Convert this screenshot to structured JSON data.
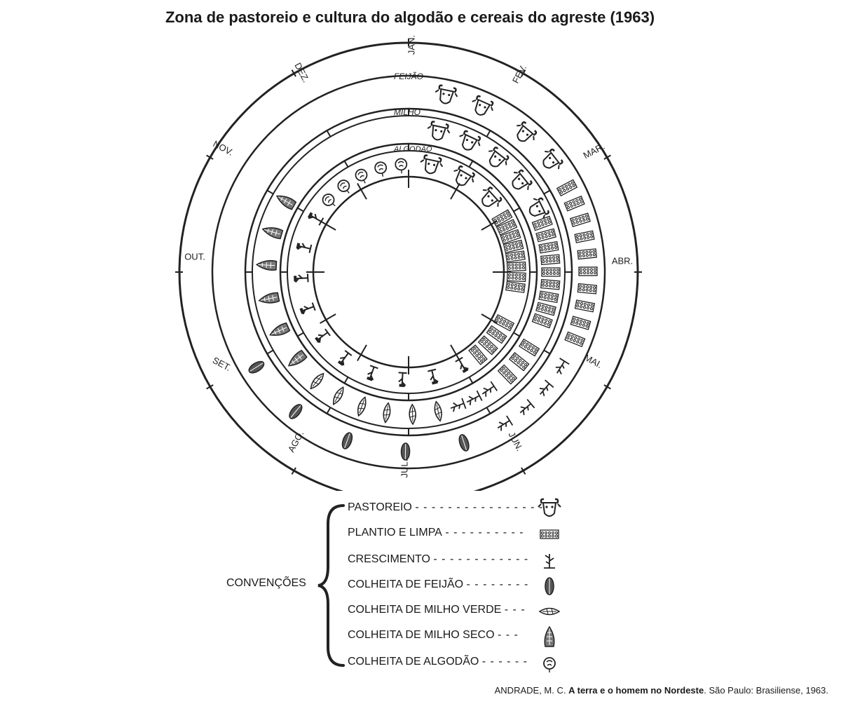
{
  "title": "Zona de pastoreio e cultura do algodão e cereais do agreste (1963)",
  "months": [
    "JAN.",
    "FEV.",
    "MAR.",
    "ABR.",
    "MAI.",
    "JUN.",
    "JUL.",
    "AGO.",
    "SET.",
    "OUT.",
    "NOV.",
    "DEZ."
  ],
  "ring_labels": {
    "feijao": "FEIJÃO",
    "milho": "MILHO",
    "algodao": "ALGODÃO"
  },
  "legend": {
    "title": "CONVENÇÕES",
    "items": [
      {
        "label": "PASTOREIO",
        "dashes": "- - - - - - - - - - - - - - - -",
        "icon": "ox-head-icon"
      },
      {
        "label": "PLANTIO E LIMPA",
        "dashes": "- - - - - - - - - -",
        "icon": "planting-rows-icon"
      },
      {
        "label": "CRESCIMENTO",
        "dashes": "- - - - - - - - - - - -",
        "icon": "growing-plants-icon"
      },
      {
        "label": "COLHEITA DE FEIJÃO",
        "dashes": "- - - - - - - -",
        "icon": "bean-basket-icon"
      },
      {
        "label": "COLHEITA DE MILHO VERDE",
        "dashes": "- - -",
        "icon": "green-corn-icon"
      },
      {
        "label": "COLHEITA DE MILHO SECO",
        "dashes": "- - -",
        "icon": "dry-corn-icon"
      },
      {
        "label": "COLHEITA DE ALGODÃO",
        "dashes": "- - - - - -",
        "icon": "cotton-boll-icon"
      }
    ]
  },
  "source": {
    "author": "ANDRADE, M. C. ",
    "work": "A terra e o homem no Nordeste",
    "rest": ". São Paulo: Brasiliense, 1963."
  }
}
